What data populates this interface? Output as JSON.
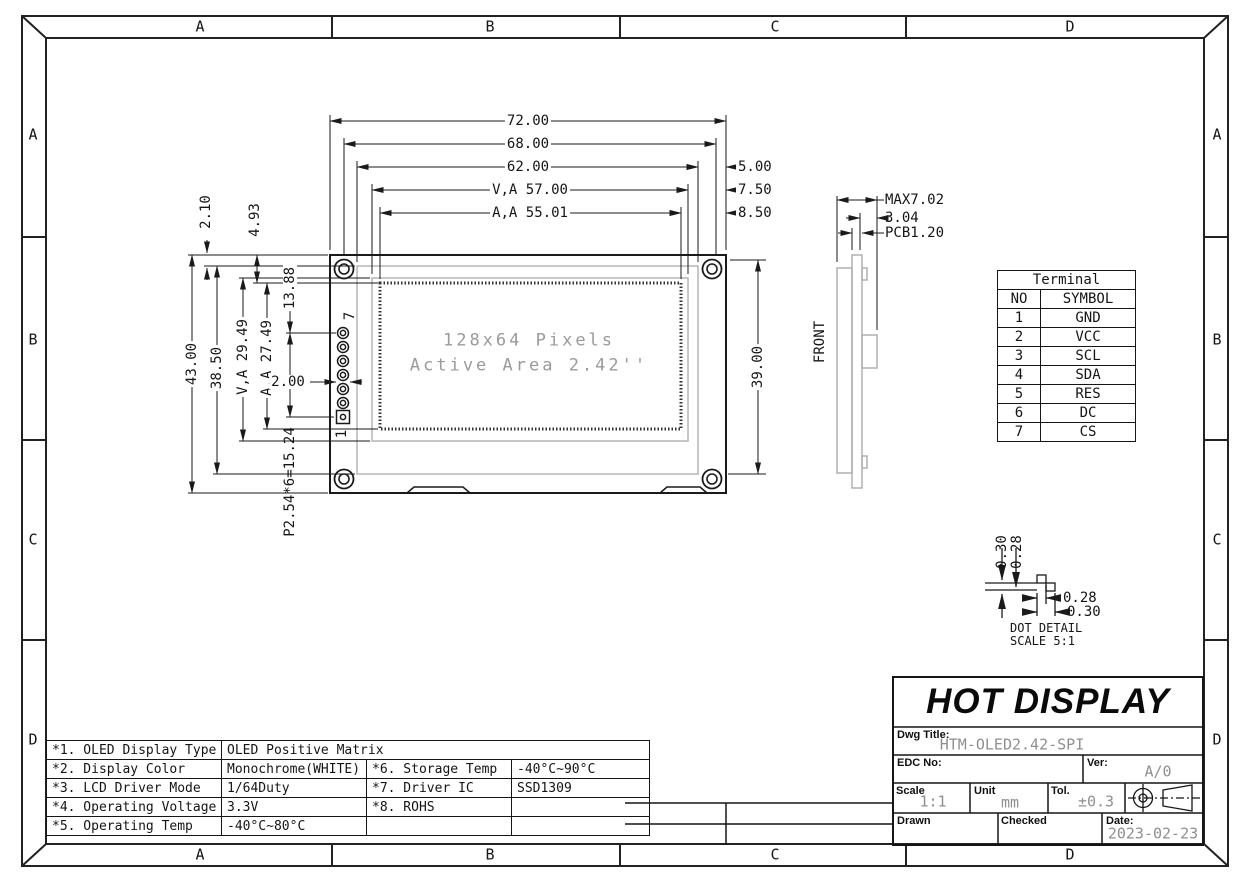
{
  "colors": {
    "line": "#1a1a1a",
    "light_outline": "#b5b5b5",
    "gray_text": "#949494"
  },
  "frame": {
    "top": [
      "A",
      "B",
      "C",
      "D"
    ],
    "bottom": [
      "A",
      "B",
      "C",
      "D"
    ],
    "left": [
      "A",
      "B",
      "C",
      "D"
    ],
    "right": [
      "A",
      "B",
      "C",
      "D"
    ]
  },
  "front_view": {
    "display_line1": "128x64 Pixels",
    "display_line2": "Active Area 2.42''",
    "pin_top": "7",
    "pin_bottom": "1"
  },
  "side_view": {
    "front_label": "FRONT"
  },
  "dims": {
    "top": {
      "d72": "72.00",
      "d68": "68.00",
      "d62": "62.00",
      "dva": "V,A 57.00",
      "daa": "A,A 55.01"
    },
    "right_offsets": {
      "d5": "5.00",
      "d75": "7.50",
      "d85": "8.50"
    },
    "left": {
      "d210": "2.10",
      "d493": "4.93",
      "d1388": "13.88",
      "dva": "V,A 29.49",
      "daa": "A,A 27.49",
      "d200": "2.00",
      "d43": "43.00",
      "d3850": "38.50",
      "dpitch": "P2.54*6=15.24"
    },
    "right": {
      "d39": "39.00"
    },
    "side": {
      "dmax": "MAX7.02",
      "d304": "3.04",
      "dpcb": "PCB1.20"
    }
  },
  "terminal_table": {
    "title": "Terminal",
    "col_no": "NO",
    "col_symbol": "SYMBOL",
    "rows": [
      {
        "no": "1",
        "symbol": "GND"
      },
      {
        "no": "2",
        "symbol": "VCC"
      },
      {
        "no": "3",
        "symbol": "SCL"
      },
      {
        "no": "4",
        "symbol": "SDA"
      },
      {
        "no": "5",
        "symbol": "RES"
      },
      {
        "no": "6",
        "symbol": "DC"
      },
      {
        "no": "7",
        "symbol": "CS"
      }
    ]
  },
  "dot_detail": {
    "top1": "0.30",
    "top2": "0.28",
    "right1": "0.28",
    "right2": "0.30",
    "caption1": "DOT DETAIL",
    "caption2": "SCALE 5:1"
  },
  "spec_table": {
    "r1": {
      "label": "*1. OLED Display Type",
      "value": "OLED Positive Matrix"
    },
    "r2a": {
      "label": "*2. Display Color",
      "value": "Monochrome(WHITE)"
    },
    "r2b": {
      "label": "*6. Storage Temp",
      "value": "-40°C~90°C"
    },
    "r3a": {
      "label": "*3. LCD Driver Mode",
      "value": "1/64Duty"
    },
    "r3b": {
      "label": "*7. Driver IC",
      "value": "SSD1309"
    },
    "r4a": {
      "label": "*4. Operating Voltage",
      "value": "3.3V"
    },
    "r4b": {
      "label": "*8. ROHS",
      "value": ""
    },
    "r5a": {
      "label": "*5. Operating Temp",
      "value": "-40°C~80°C"
    }
  },
  "title_block": {
    "company": "HOT DISPLAY",
    "dwg_title_label": "Dwg Title:",
    "dwg_title": "HTM-OLED2.42-SPI",
    "edc_label": "EDC No:",
    "ver_label": "Ver:",
    "ver": "A/0",
    "scale_label": "Scale",
    "scale": "1:1",
    "unit_label": "Unit",
    "unit": "mm",
    "tol_label": "Tol.",
    "tol": "±0.3",
    "drawn_label": "Drawn",
    "checked_label": "Checked",
    "date_label": "Date:",
    "date": "2023-02-23"
  }
}
